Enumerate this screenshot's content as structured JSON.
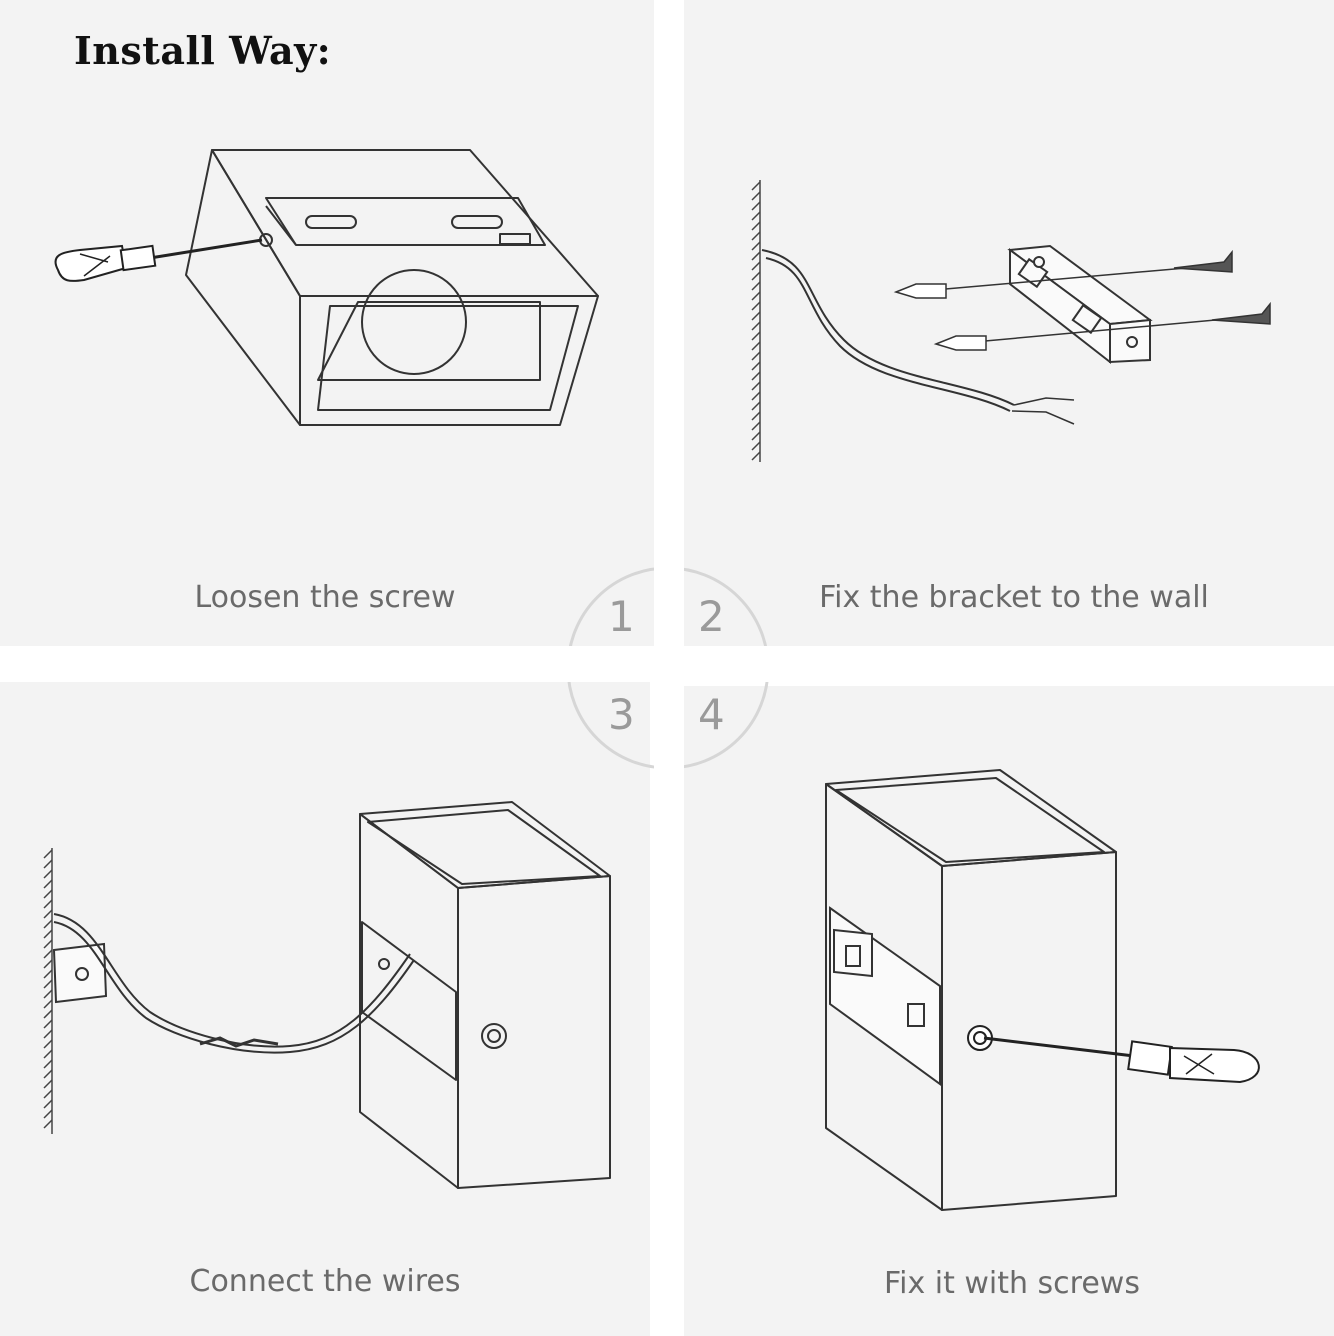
{
  "title": "Install Way:",
  "steps": [
    {
      "number": "1",
      "caption": "Loosen the screw"
    },
    {
      "number": "2",
      "caption": "Fix the bracket to the wall"
    },
    {
      "number": "3",
      "caption": "Connect the wires"
    },
    {
      "number": "4",
      "caption": "Fix it with screws"
    }
  ],
  "colors": {
    "panel": "#f3f3f3",
    "line": "#333333",
    "caption": "#6a6a6a",
    "number": "#9a9a9a"
  },
  "icons": [
    "screwdriver-icon",
    "wall-icon",
    "bracket-icon",
    "wall-plug-icon",
    "wood-screw-icon",
    "cable-icon",
    "light-housing-icon"
  ]
}
